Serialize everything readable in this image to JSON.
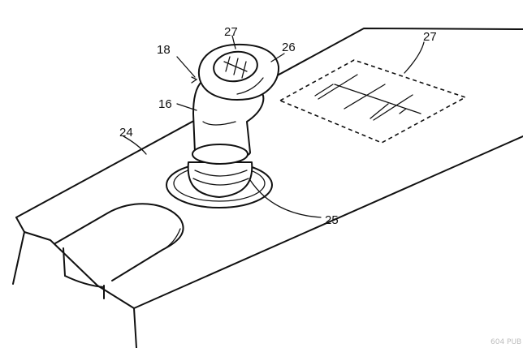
{
  "figure": {
    "labels": {
      "label_18": "18",
      "label_27_top": "27",
      "label_26": "26",
      "label_27_right": "27",
      "label_16": "16",
      "label_24": "24",
      "label_25": "25"
    },
    "watermark": "604 PUB"
  }
}
